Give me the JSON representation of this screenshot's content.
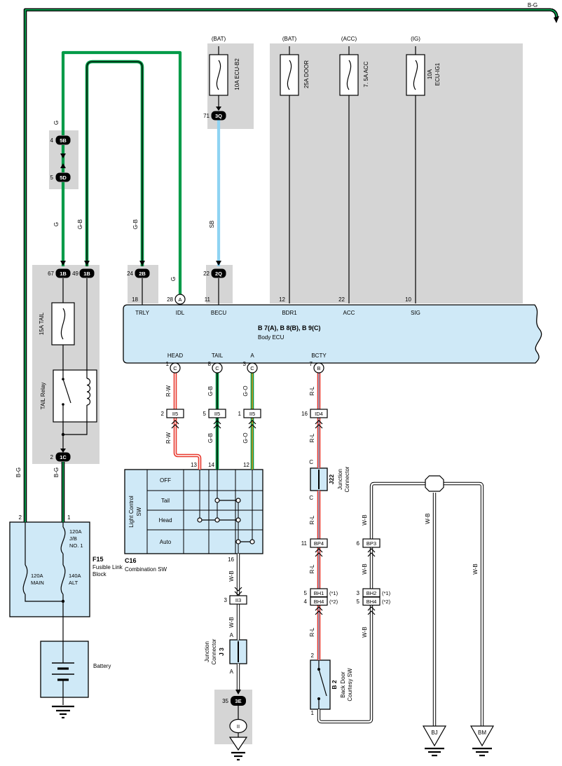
{
  "colors": {
    "wire_green": "#009b48",
    "wire_red": "#e8382d",
    "wire_skyblue": "#8fd3f2",
    "component_blue": "#cfe9f7",
    "panel_gray": "#d5d5d5"
  },
  "wires": {
    "bg": "B-G",
    "g": "G",
    "gb": "G-B",
    "sb": "SB",
    "rw": "R-W",
    "go": "G-O",
    "rl": "R-L",
    "wb": "W-B"
  },
  "fuses": {
    "ecu_b2": {
      "tag": "(BAT)",
      "name": "10A ECU-B2"
    },
    "door": {
      "tag": "(BAT)",
      "name": "25A DOOR"
    },
    "acc": {
      "tag": "(ACC)",
      "name": "7. 5A ACC"
    },
    "ig": {
      "tag": "(IG)",
      "name1": "10A",
      "name2": "ECU-IG1"
    },
    "tail": {
      "name": "15A TAIL"
    },
    "relay": {
      "name": "TAIL Relay"
    }
  },
  "jb": {
    "c5b": {
      "pin": "4",
      "label": "5B"
    },
    "c5d": {
      "pin": "5",
      "label": "5D"
    },
    "c1b67": {
      "pin": "67",
      "label": "1B"
    },
    "c1b49": {
      "pin": "49",
      "label": "1B"
    },
    "c2b": {
      "pin": "24",
      "label": "2B"
    },
    "c2q": {
      "pin": "22",
      "label": "2Q"
    },
    "c3q": {
      "pin": "71",
      "label": "3Q"
    },
    "c1c": {
      "pin": "2",
      "label": "1C"
    },
    "c3e": {
      "pin": "35",
      "label": "3E"
    }
  },
  "conn": {
    "ii5_head": {
      "pin": "2",
      "label": "II5"
    },
    "ii5_tail": {
      "pin": "5",
      "label": "II5"
    },
    "ii5_a": {
      "pin": "1",
      "label": "II5"
    },
    "id4": {
      "pin": "16",
      "label": "ID4"
    },
    "bp4": {
      "pin": "11",
      "label": "BP4"
    },
    "bp3": {
      "pin": "6",
      "label": "BP3"
    },
    "bh1": {
      "pin": "5",
      "label": "BH1"
    },
    "bh4l": {
      "pin": "4",
      "label": "BH4"
    },
    "bh2": {
      "pin": "3",
      "label": "BH2"
    },
    "bh4r": {
      "pin": "5",
      "label": "BH4"
    },
    "ii3": {
      "pin": "3",
      "label": "II3"
    }
  },
  "notes": {
    "n1": "(*1)",
    "n2": "(*2)"
  },
  "ecu": {
    "title": "B 7(A), B 8(B), B 9(C)",
    "subtitle": "Body ECU",
    "pins_top": [
      {
        "num": "18",
        "name": "TRLY"
      },
      {
        "num": "28",
        "name": "IDL",
        "conn": "A"
      },
      {
        "num": "11",
        "name": "BECU"
      },
      {
        "num": "12",
        "name": "BDR1"
      },
      {
        "num": "22",
        "name": "ACC"
      },
      {
        "num": "10",
        "name": "SIG"
      }
    ],
    "pins_bottom": [
      {
        "num": "1",
        "name": "HEAD",
        "conn": "C"
      },
      {
        "num": "8",
        "name": "TAIL",
        "conn": "C"
      },
      {
        "num": "3",
        "name": "A",
        "conn": "C"
      },
      {
        "num": "7",
        "name": "BCTY",
        "conn": "B"
      }
    ]
  },
  "c16": {
    "id": "C16",
    "name": "Combination SW",
    "sw1": "Light Control",
    "sw2": "SW",
    "rows": [
      "OFF",
      "Tail",
      "Head",
      "Auto"
    ],
    "pin13": "13",
    "pin14": "14",
    "pin12": "12",
    "pin16": "16"
  },
  "f15": {
    "id": "F15",
    "name1": "Fusible Link",
    "name2": "Block",
    "pin2": "2",
    "pin1": "1",
    "jb": [
      "120A",
      "J/B",
      "NO. 1"
    ],
    "main": [
      "120A",
      "MAIN"
    ],
    "alt": [
      "140A",
      "ALT"
    ]
  },
  "battery": {
    "label": "Battery"
  },
  "j22": {
    "id": "J22",
    "name1": "Junction",
    "name2": "Connector",
    "pin": "C"
  },
  "j3": {
    "id": "J 3",
    "name1": "Junction",
    "name2": "Connector",
    "pin": "A"
  },
  "b2": {
    "id": "B 2",
    "name1": "Back Door",
    "name2": "Courtesy SW",
    "pin_top": "2",
    "pin_bottom": "1"
  },
  "grounds": {
    "ii": "II",
    "bj": "BJ",
    "bm": "BM"
  }
}
